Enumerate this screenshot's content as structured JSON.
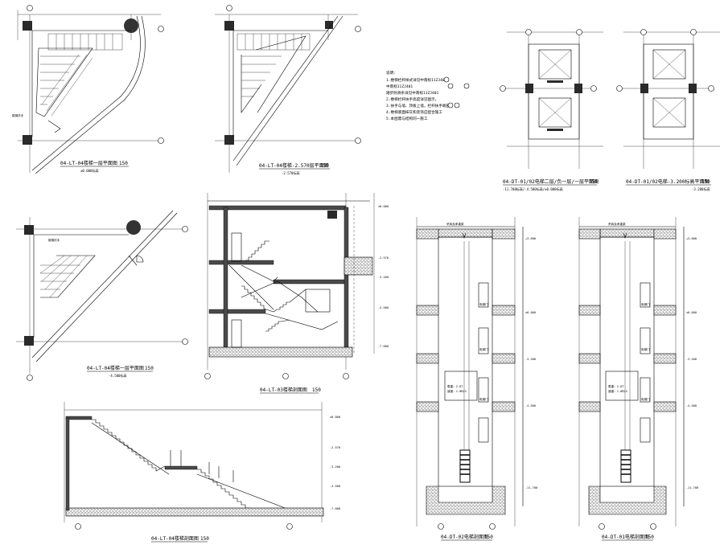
{
  "drawings": {
    "lt04_plan_1": {
      "title": "04-LT-04楼梯一层平面图",
      "scale": "150",
      "level": "±0.000标高"
    },
    "lt04_plan_2": {
      "title": "04-LT-04楼梯-2.570层平面图",
      "scale": "150",
      "level": "-2.570标高"
    },
    "lt04_plan_3": {
      "title": "04-LT-04楼梯一层平面图",
      "scale": "150",
      "level": "-4.500标高"
    },
    "lt03_section": {
      "title": "04-LT-03楼梯剖面图",
      "scale": "150"
    },
    "lt04_section": {
      "title": "04-LT-04楼梯剖面图",
      "scale": "150"
    },
    "dt_plan_1": {
      "title": "04-DT-01/02电梯二层/负一层/一层平面图",
      "scale": "150",
      "level": "-11.700标高/-4.500标高/±0.000标高"
    },
    "dt_plan_2": {
      "title": "04-DT-01/02电梯-3.200标高平面图",
      "scale": "150",
      "level": "-3.200标高"
    },
    "dt02_section": {
      "title": "04-DT-02电梯剖面图",
      "scale": "150"
    },
    "dt01_section": {
      "title": "04-DT-01电梯剖面图",
      "scale": "150"
    }
  },
  "notes": {
    "heading": "说明：",
    "lines": [
      "1.楼梯栏杆样式详见中南标11ZJ401",
      "中南标11ZJ401",
      "踏步防滑条详见中南标11ZJ401",
      "2.楼梯栏杆扶手高度详见图示，",
      "3.扶手与墙、顶板上墙，栏杆扶手端部",
      "4.楼梯底面抹灰和装饰应配合施工",
      "5.本图需与结构同一施工"
    ]
  },
  "elevator_labels": {
    "hook": "吊钩及承重梁",
    "car_load": "载重：2.0T",
    "car_speed": "速度：1.0M/S",
    "door": "电梯门"
  },
  "icons": [
    "axis-bubble-icon",
    "section-cut-icon",
    "door-swing-icon",
    "elevator-car-icon",
    "counterweight-icon"
  ]
}
